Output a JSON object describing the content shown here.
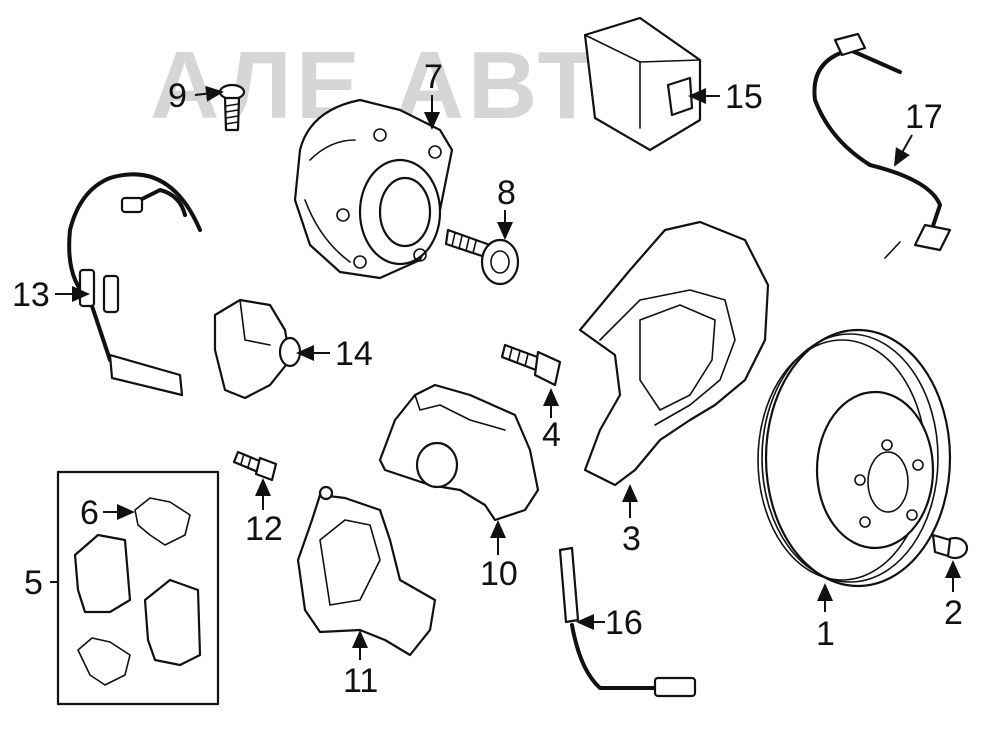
{
  "watermark": "АЛЕ АВТО",
  "callouts": [
    {
      "id": "1",
      "text": "1"
    },
    {
      "id": "2",
      "text": "2"
    },
    {
      "id": "3",
      "text": "3"
    },
    {
      "id": "4",
      "text": "4"
    },
    {
      "id": "5",
      "text": "5"
    },
    {
      "id": "6",
      "text": "6"
    },
    {
      "id": "7",
      "text": "7"
    },
    {
      "id": "8",
      "text": "8"
    },
    {
      "id": "9",
      "text": "9"
    },
    {
      "id": "10",
      "text": "10"
    },
    {
      "id": "11",
      "text": "11"
    },
    {
      "id": "12",
      "text": "12"
    },
    {
      "id": "13",
      "text": "13"
    },
    {
      "id": "14",
      "text": "14"
    },
    {
      "id": "15",
      "text": "15"
    },
    {
      "id": "16",
      "text": "16"
    },
    {
      "id": "17",
      "text": "17"
    }
  ]
}
